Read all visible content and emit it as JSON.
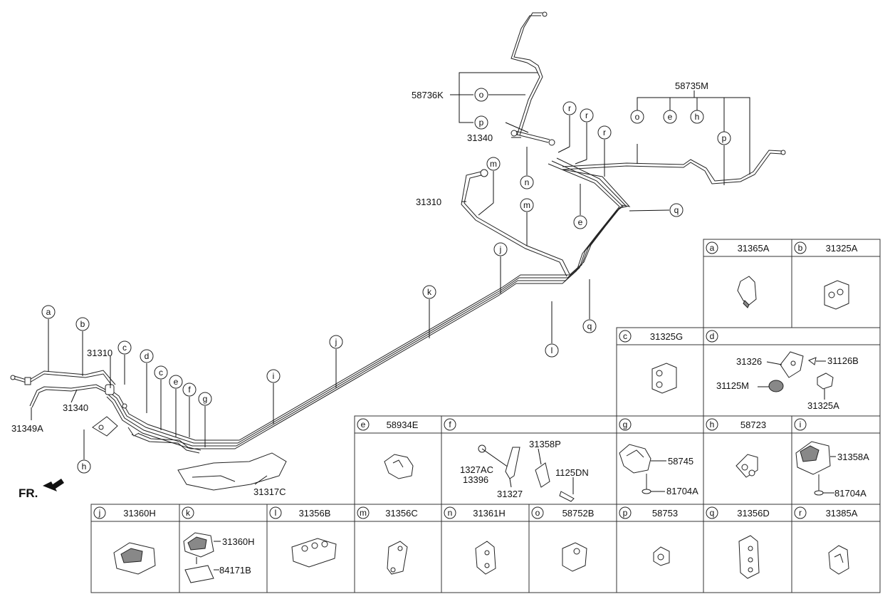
{
  "main_labels": {
    "p58736K": "58736K",
    "p58735M": "58735M",
    "p31340_top": "31340",
    "p31310_top": "31310",
    "p31310_left": "31310",
    "p31340_left": "31340",
    "p31349A": "31349A",
    "p31317C": "31317C",
    "fr": "FR."
  },
  "callouts": {
    "a": "a",
    "b": "b",
    "c": "c",
    "d": "d",
    "e": "e",
    "f": "f",
    "g": "g",
    "h": "h",
    "i": "i",
    "j": "j",
    "k": "k",
    "l": "l",
    "m": "m",
    "n": "n",
    "o": "o",
    "p": "p",
    "q": "q",
    "r": "r"
  },
  "table_cells": {
    "a": {
      "code": "31365A"
    },
    "b": {
      "code": "31325A"
    },
    "c": {
      "code": "31325G"
    },
    "d": {
      "code": "",
      "subs": [
        "31326",
        "31126B",
        "31125M",
        "31325A"
      ]
    },
    "e": {
      "code": "58934E"
    },
    "f": {
      "code": "",
      "subs": [
        "31358P",
        "1327AC",
        "13396",
        "1125DN",
        "31327"
      ]
    },
    "g": {
      "code": "",
      "subs": [
        "58745",
        "81704A"
      ]
    },
    "h": {
      "code": "58723"
    },
    "i": {
      "code": "",
      "subs": [
        "31358A",
        "81704A"
      ]
    },
    "j": {
      "code": "31360H"
    },
    "k": {
      "code": "",
      "subs": [
        "31360H",
        "84171B"
      ]
    },
    "l": {
      "code": "31356B"
    },
    "m": {
      "code": "31356C"
    },
    "n": {
      "code": "31361H"
    },
    "o": {
      "code": "58752B"
    },
    "p": {
      "code": "58753"
    },
    "q": {
      "code": "31356D"
    },
    "r": {
      "code": "31385A"
    }
  }
}
